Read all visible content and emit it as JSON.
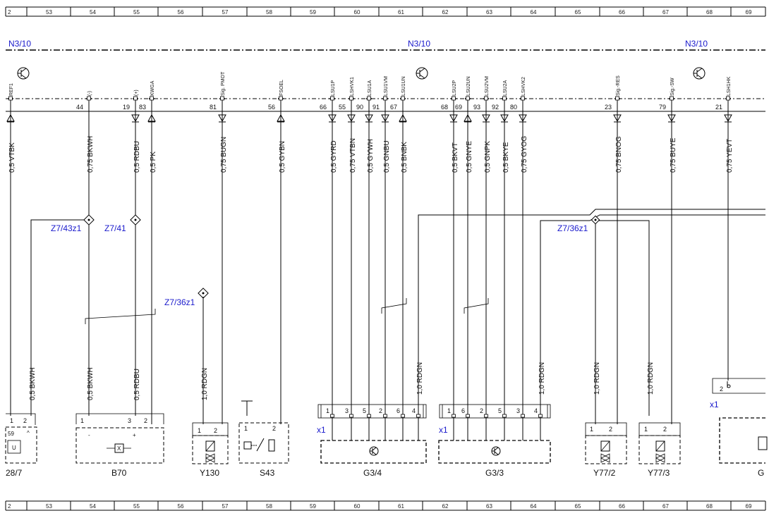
{
  "ruler": [
    "2",
    "53",
    "54",
    "55",
    "56",
    "57",
    "58",
    "59",
    "60",
    "61",
    "62",
    "63",
    "64",
    "65",
    "66",
    "67",
    "68",
    "69"
  ],
  "module_labels": [
    "N3/10",
    "N3/10",
    "N3/10"
  ],
  "signals": [
    {
      "sig": "REF1",
      "pin": "",
      "wire": "0,5 VTBK",
      "arrow": "up"
    },
    {
      "sig": "(-)",
      "pin": "44",
      "wire": "0,75 BKWH",
      "arrow": "none"
    },
    {
      "sig": "(+)",
      "pin": "19",
      "wire": "0,5 RDBU",
      "arrow": "down"
    },
    {
      "sig": "KWGA",
      "pin": "83",
      "wire": "0,5 PK",
      "arrow": "up"
    },
    {
      "sig": "Sig. PMOT",
      "pin": "81",
      "wire": "0,75 BUGN",
      "arrow": "down"
    },
    {
      "sig": "FSOEL",
      "pin": "56",
      "wire": "0,5 GYBN",
      "arrow": "up"
    },
    {
      "sig": "LSU1P",
      "pin": "66",
      "wire": "0,5 GYRD",
      "arrow": "down"
    },
    {
      "sig": "LSHVK1",
      "pin": "55",
      "wire": "0,75 VTBN",
      "arrow": "down"
    },
    {
      "sig": "LSU1A",
      "pin": "90",
      "wire": "0,5 GYWH",
      "arrow": "down"
    },
    {
      "sig": "LSU1VM",
      "pin": "91",
      "wire": "0,5 GNBU",
      "arrow": "down"
    },
    {
      "sig": "LSU1UN",
      "pin": "67",
      "wire": "0,5 BNBK",
      "arrow": "up"
    },
    {
      "sig": "LSU2P",
      "pin": "68",
      "wire": "0,5 BKVT",
      "arrow": "down"
    },
    {
      "sig": "LSU2UN",
      "pin": "69",
      "wire": "0,5 GNYE",
      "arrow": "up"
    },
    {
      "sig": "LSU2VM",
      "pin": "93",
      "wire": "0,5 GNPK",
      "arrow": "down"
    },
    {
      "sig": "LSU2A",
      "pin": "92",
      "wire": "0,5 BKYE",
      "arrow": "down"
    },
    {
      "sig": "LSHVK2",
      "pin": "80",
      "wire": "0,75 GYOG",
      "arrow": "down"
    },
    {
      "sig": "Sig.-RES",
      "pin": "23",
      "wire": "0,75 BNOG",
      "arrow": "down"
    },
    {
      "sig": "Sig.-SW",
      "pin": "79",
      "wire": "0,75 BUYE",
      "arrow": "down"
    },
    {
      "sig": "LSH1HK",
      "pin": "21",
      "wire": "0,75 YEVT",
      "arrow": "down"
    }
  ],
  "lower_wires": [
    "0,5 BKWH",
    "0,5 BKWH",
    "0,5 RDBU",
    "1,0 RDGN",
    "1,0 RDGN",
    "1,0 RDGN",
    "1,0 RDGN",
    "1,0 RDGN"
  ],
  "splices": [
    "Z7/43z1",
    "Z7/41",
    "Z7/36z1",
    "Z7/36z1"
  ],
  "connectors": [
    "x1",
    "x1",
    "x1"
  ],
  "components": [
    "28/7",
    "B70",
    "Y130",
    "S43",
    "G3/4",
    "G3/3",
    "Y77/2",
    "Y77/3",
    "G"
  ],
  "pin_labels": {
    "c287": [
      "59",
      "2",
      "1",
      "^"
    ],
    "b70": [
      "1",
      "3",
      "2",
      "-",
      "+"
    ],
    "y130": [
      "1",
      "2"
    ],
    "s43": [
      "1",
      "2"
    ],
    "g34": [
      "1",
      "3",
      "5",
      "2",
      "6",
      "4"
    ],
    "g33": [
      "1",
      "6",
      "2",
      "5",
      "3",
      "4"
    ],
    "y772": [
      "1",
      "2"
    ],
    "y773": [
      "1",
      "2"
    ],
    "g": [
      "2"
    ]
  },
  "icon_glyphs": {
    "u_box": "U",
    "x_box": "X"
  }
}
